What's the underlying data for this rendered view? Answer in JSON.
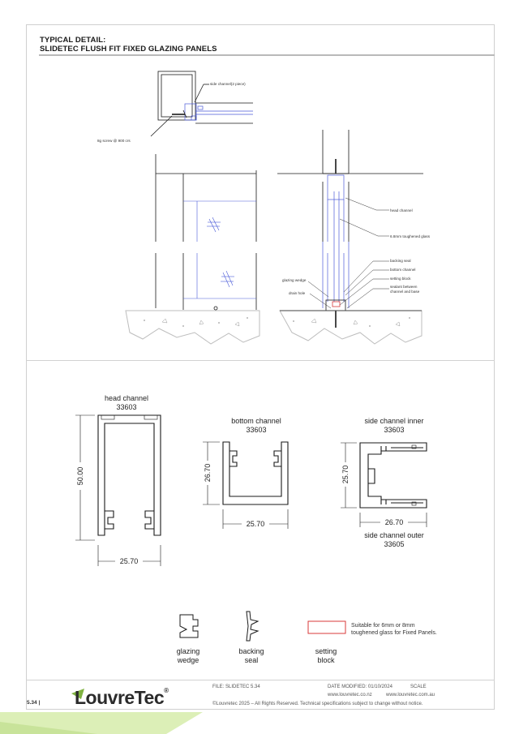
{
  "header": {
    "title_line1": "TYPICAL DETAIL:",
    "title_line2": "SLIDETEC FLUSH FIT FIXED GLAZING PANELS"
  },
  "plan_labels": {
    "side_channel": "side channel(2 piece)",
    "screw": "8g screw @ 900 crs"
  },
  "section_labels": {
    "head_channel": "head channel",
    "glass": "6.8mm toughened glass",
    "backing_seal": "backing seal",
    "bottom_channel": "bottom channel",
    "setting_block": "setting block",
    "sealant_1": "sealant between",
    "sealant_2": "channel and base",
    "glazing_wedge": "glazing wedge",
    "drain_hole": "drain hole"
  },
  "profiles": {
    "head": {
      "name": "head channel",
      "code": "33603",
      "height": "50.00",
      "width": "25.70"
    },
    "bottom": {
      "name": "bottom channel",
      "code": "33603",
      "height": "26.70",
      "width": "25.70"
    },
    "side": {
      "name": "side channel inner",
      "code": "33603",
      "height": "25.70",
      "width": "26.70",
      "outer_name": "side channel outer",
      "outer_code": "33605"
    }
  },
  "accessories": {
    "wedge_1": "glazing",
    "wedge_2": "wedge",
    "seal_1": "backing",
    "seal_2": "seal",
    "block_1": "setting",
    "block_2": "block",
    "note_1": "Suitable for 6mm or 8mm",
    "note_2": "toughened glass for Fixed Panels."
  },
  "footer": {
    "file": "FILE: SLIDETEC 5.34",
    "date": "DATE MODIFIED: 01/10/2024",
    "scale": "SCALE",
    "url_nz": "www.louvretec.co.nz",
    "url_au": "www.louvretec.com.au",
    "copyright": "©Louvretec 2025 – All Rights Reserved. Technical specifications subject to change without notice.",
    "page": "5.34",
    "logo": "LouvreTec"
  },
  "colors": {
    "outline": "#1a1a1a",
    "blue": "#4a5ad8",
    "red": "#d83a3a",
    "green_band": "#c8e39a"
  }
}
